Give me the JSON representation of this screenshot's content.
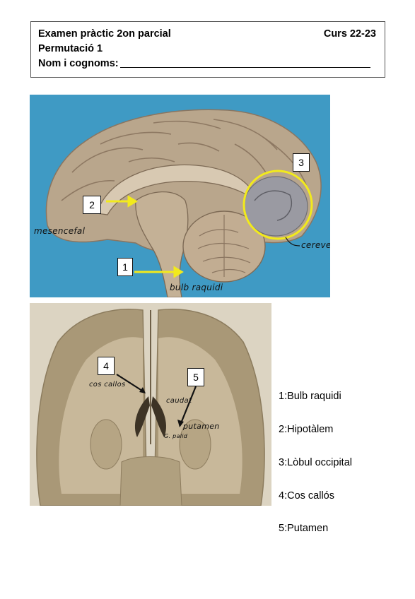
{
  "header": {
    "title": "Examen pràctic 2on parcial",
    "course": "Curs 22-23",
    "permutation": "Permutació 1",
    "name_label": "Nom i cognoms:"
  },
  "photo1": {
    "labels": {
      "n1": "1",
      "n2": "2",
      "n3": "3"
    },
    "annotations": {
      "mesencefal": "mesencefal",
      "cerevel": "cerevel",
      "bulb": "bulb raquidi"
    },
    "colors": {
      "background": "#3f9ac4",
      "arrow": "#f2ea1c",
      "circle": "#f2ea1c"
    }
  },
  "photo2": {
    "labels": {
      "n4": "4",
      "n5": "5"
    },
    "annotations": {
      "cos_callos": "cos callos",
      "caudat": "caudat",
      "putamen": "putamen",
      "g_palid": "G. palid"
    }
  },
  "legend": [
    {
      "text": "1:Bulb raquidi"
    },
    {
      "text": "2:Hipotàlem"
    },
    {
      "text": "3:Lòbul occipital"
    },
    {
      "text": "4:Cos callós"
    },
    {
      "text": "5:Putamen"
    }
  ]
}
